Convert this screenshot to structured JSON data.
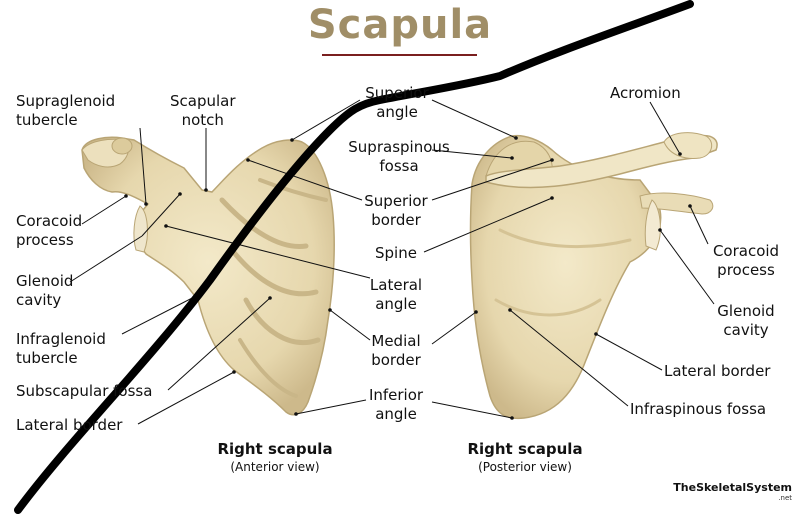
{
  "title": "Scapula",
  "labels": {
    "supraglenoid_tubercle": "Supraglenoid\ntubercle",
    "scapular_notch": "Scapular\nnotch",
    "superior_angle": "Superior\nangle",
    "acromion": "Acromion",
    "supraspinous_fossa": "Supraspinous\nfossa",
    "coracoid_process_left": "Coracoid\nprocess",
    "superior_border": "Superior\nborder",
    "spine": "Spine",
    "coracoid_process_right": "Coracoid\nprocess",
    "glenoid_cavity_left": "Glenoid\ncavity",
    "lateral_angle": "Lateral\nangle",
    "glenoid_cavity_right": "Glenoid\ncavity",
    "infraglenoid_tubercle": "Infraglenoid\ntubercle",
    "medial_border": "Medial\nborder",
    "lateral_border_right": "Lateral border",
    "subscapular_fossa": "Subscapular fossa",
    "inferior_angle": "Inferior\nangle",
    "infraspinous_fossa": "Infraspinous fossa",
    "lateral_border_left": "Lateral border"
  },
  "captions": {
    "anterior_title": "Right scapula",
    "anterior_sub": "(Anterior view)",
    "posterior_title": "Right scapula",
    "posterior_sub": "(Posterior view)"
  },
  "brand": {
    "name": "TheSkeletalSystem",
    "suffix": ".net"
  },
  "colors": {
    "bone": "#e9dcb6",
    "bone_shadow": "#c9b688",
    "title": "#a08e67",
    "title_rule": "#7a1f1f",
    "annotation_stroke": "#000000"
  }
}
